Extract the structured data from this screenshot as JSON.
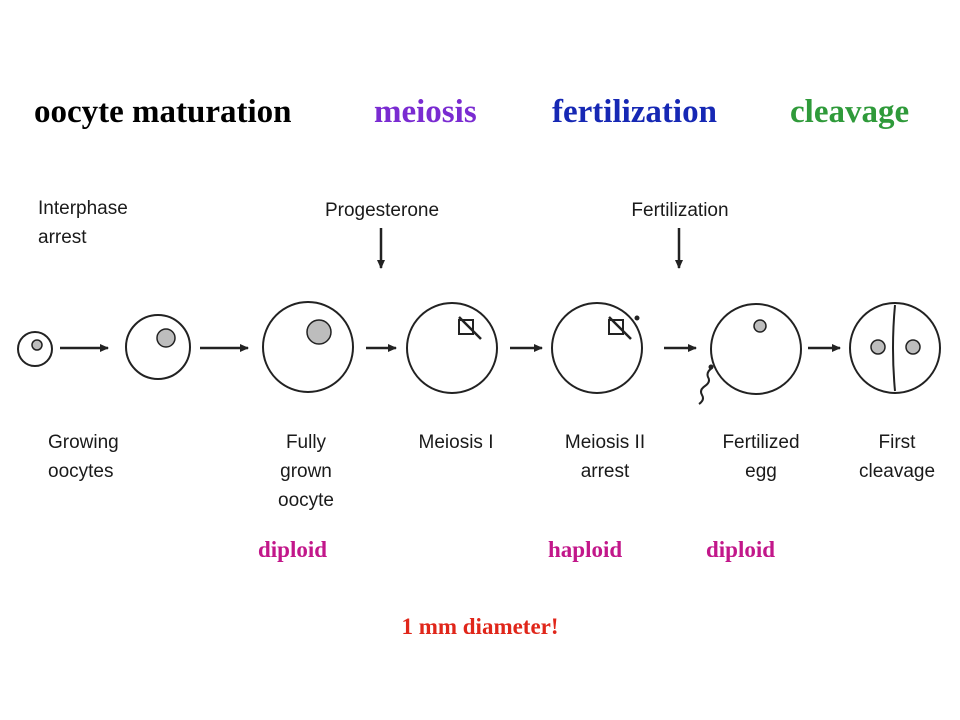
{
  "stages_header": [
    {
      "label": "oocyte maturation",
      "color": "#000000"
    },
    {
      "label": "meiosis",
      "color": "#7a2bd1"
    },
    {
      "label": "fertilization",
      "color": "#1628b4"
    },
    {
      "label": "cleavage",
      "color": "#2f9a3a"
    }
  ],
  "diagram": {
    "events": {
      "interphase": "Interphase\narrest",
      "progesterone": "Progesterone",
      "fertilization": "Fertilization"
    },
    "cells": [
      {
        "label": "Growing\noocytes"
      },
      {
        "label": "Fully\ngrown\noocyte"
      },
      {
        "label": "Meiosis I"
      },
      {
        "label": "Meiosis II\narrest"
      },
      {
        "label": "Fertilized\negg"
      },
      {
        "label": "First\ncleavage"
      }
    ]
  },
  "ploidy": [
    {
      "label": "diploid",
      "color": "#c2178a"
    },
    {
      "label": "haploid",
      "color": "#c2178a"
    },
    {
      "label": "diploid",
      "color": "#c2178a"
    }
  ],
  "note": {
    "label": "1 mm diameter!",
    "color": "#e0261a"
  }
}
